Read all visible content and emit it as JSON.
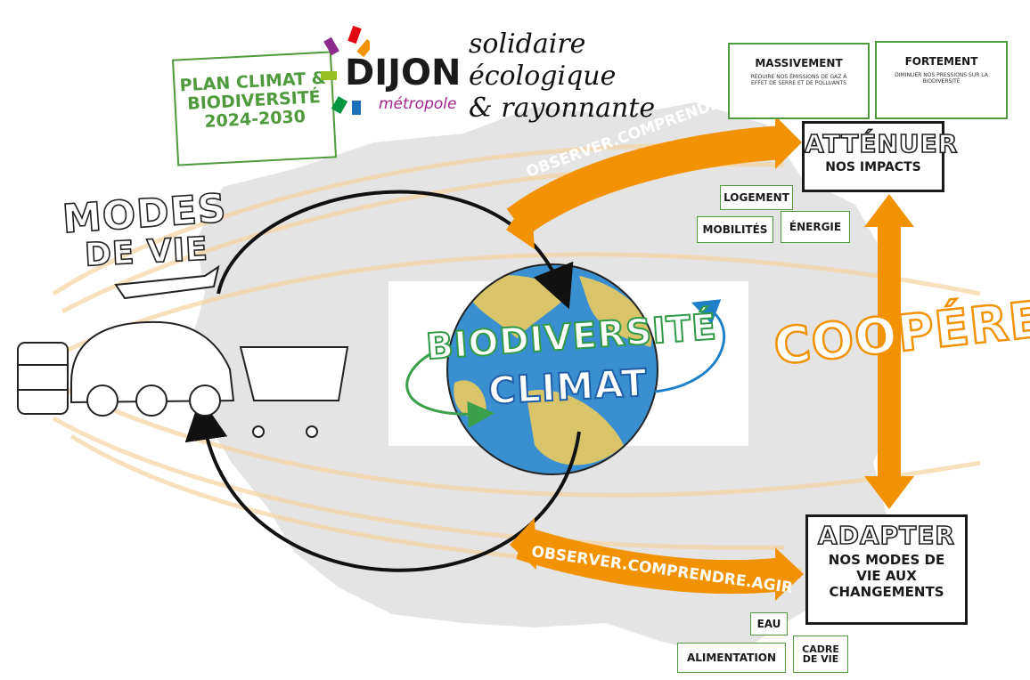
{
  "header": {
    "plan_line1": "PLAN CLIMAT &",
    "plan_line2": "BIODIVERSITÉ",
    "plan_line3": "2024-2030",
    "logo_main": "DIJON",
    "logo_sub": "métropole",
    "slogan_line1": "solidaire",
    "slogan_line2": "écologique",
    "slogan_line3": "& rayonnante"
  },
  "left": {
    "modes_title": "MODES",
    "modes_sub": "DE VIE"
  },
  "center": {
    "biodiversite": "BIODIVERSITÉ",
    "climat": "CLIMAT"
  },
  "top_right": {
    "massivement_title": "MASSIVEMENT",
    "massivement_text": "RÉDUIRE NOS ÉMISSIONS DE GAZ À EFFET DE SERRE ET DE POLLUANTS",
    "fortement_title": "FORTEMENT",
    "fortement_text": "DIMINUER NOS PRESSIONS SUR LA BIODIVERSITÉ",
    "attenuer_title": "ATTÉNUER",
    "attenuer_sub": "NOS IMPACTS",
    "tags": [
      "LOGEMENT",
      "MOBILITÉS",
      "ÉNERGIE"
    ]
  },
  "middle_right": {
    "cooperer": "COOPÉRER"
  },
  "bottom_right": {
    "adapter_title": "ADAPTER",
    "adapter_sub1": "NOS MODES DE",
    "adapter_sub2": "VIE AUX",
    "adapter_sub3": "CHANGEMENTS",
    "tags": [
      "EAU",
      "ALIMENTATION",
      "CADRE DE VIE"
    ]
  },
  "arrows": {
    "top_arrow": "OBSERVER.COMPRENDRE.AGIR",
    "bottom_arrow": "OBSERVER.COMPRENDRE.AGIR"
  },
  "colors": {
    "orange": "#f39200",
    "green": "#4f9a3c",
    "blue": "#1f7fc8",
    "map_gray": "#e3e3e3"
  }
}
